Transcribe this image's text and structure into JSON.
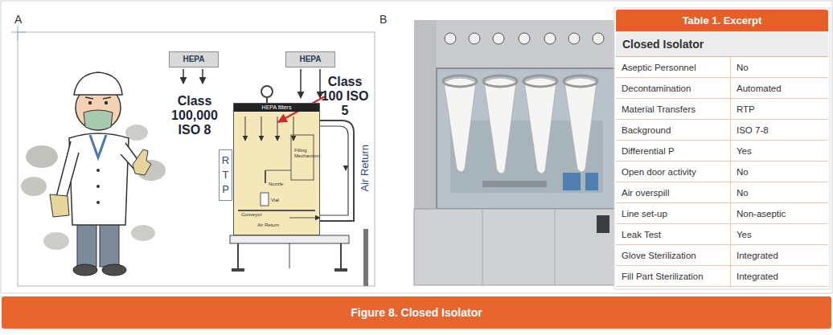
{
  "diagram": {
    "caption": "Figure 8. Closed Isolator",
    "nodes": [
      {
        "text": [
          "HEPA"
        ]
      },
      {
        "text": [
          "HEPA"
        ]
      },
      {
        "text": [
          "HEPA filters"
        ]
      },
      {
        "text": [
          "Table 1. Excerpt"
        ]
      },
      {
        "text": [
          "Closed Isolator"
        ]
      }
    ],
    "labels": [
      "A",
      "B",
      "Class 100,000 ISO 8",
      "Class 100 ISO 5",
      "RTP",
      "Nozzle",
      "Vial",
      "Conveyor",
      "Air Return",
      "Filling Mechanism",
      "Air Return",
      "Aseptic Personnel",
      "No",
      "Decontamination",
      "Automated",
      "Material Transfers",
      "RTP",
      "Background",
      "ISO 7-8",
      "Differential P",
      "Yes",
      "Open door activity",
      "No",
      "Air overspill",
      "No",
      "Line set-up",
      "Non-aseptic",
      "Leak Test",
      "Yes",
      "Glove Sterilization",
      "Integrated",
      "Fill Part Sterilization",
      "Integrated"
    ]
  }
}
